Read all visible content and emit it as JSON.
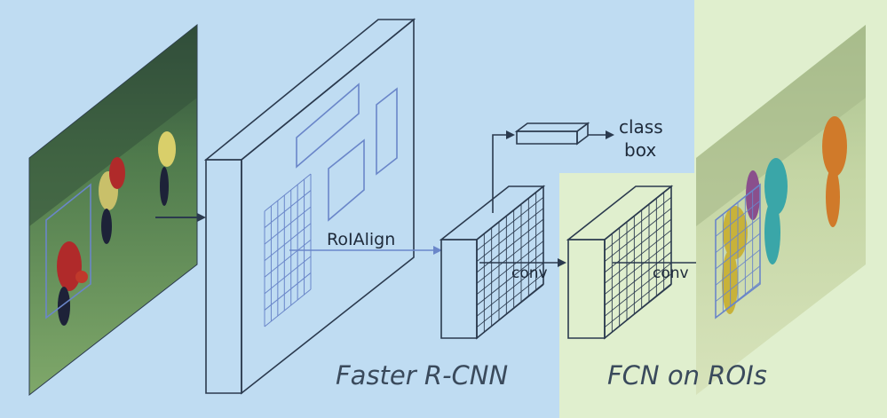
{
  "labels": {
    "roialign": "RoIAlign",
    "class": "class",
    "box": "box",
    "conv1": "conv",
    "conv2": "conv",
    "faster_rcnn": "Faster R-CNN",
    "fcn_on_rois": "FCN on ROIs"
  },
  "colors": {
    "faster_rcnn_bg": "#bfdcf2",
    "fcn_bg": "#e0efce",
    "outline": "#2b3a4e",
    "roi_blue": "#6a86c9",
    "mask_yellow": "#c8b23a",
    "mask_teal": "#3aa6a8",
    "mask_orange": "#d07a2a",
    "mask_purple": "#8a4f8c"
  },
  "icons": {
    "input_image": "soccer-photo",
    "output_image": "segmented-soccer-photo"
  }
}
